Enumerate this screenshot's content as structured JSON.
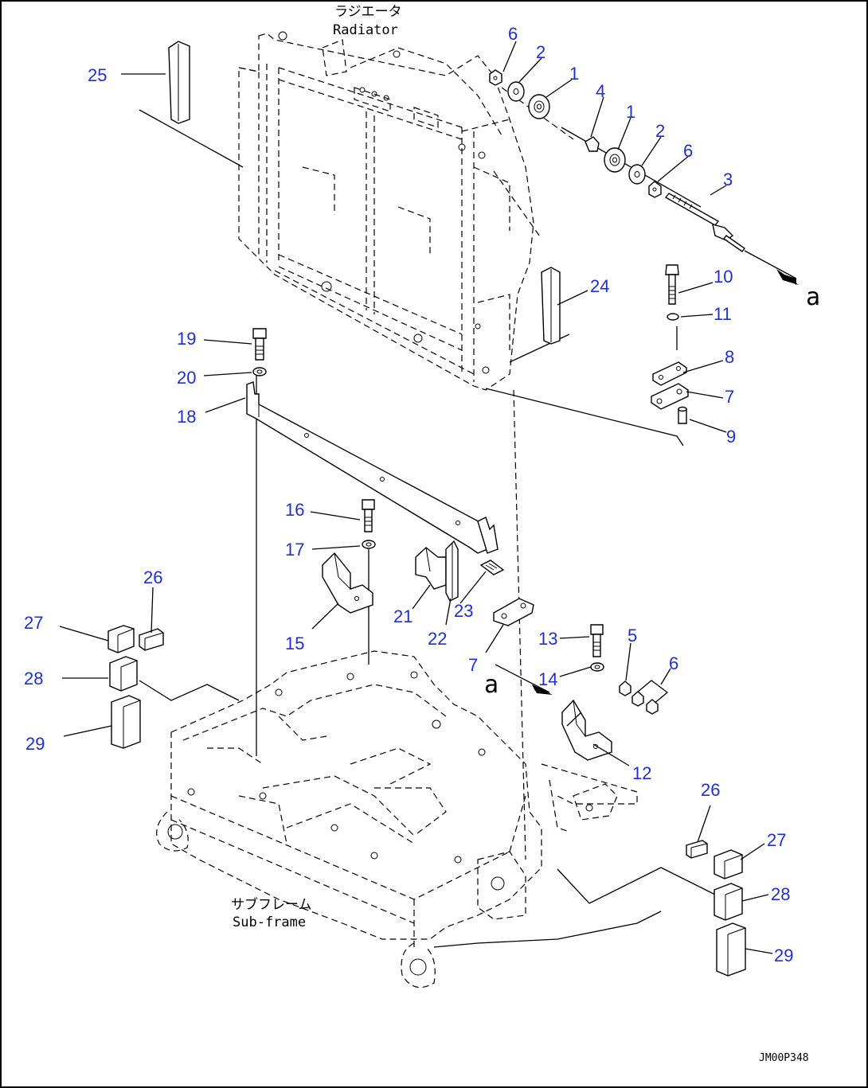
{
  "labels": {
    "radiator_jp": "ラジエータ",
    "radiator_en": "Radiator",
    "subframe_jp": "サブフレーム",
    "subframe_en": "Sub-frame",
    "arrow_a_top": "a",
    "arrow_a_bottom": "a",
    "drawing_code": "JM00P348"
  },
  "callout_color": "#1f2fd0",
  "callouts": [
    {
      "id": "c25",
      "text": "25"
    },
    {
      "id": "c6a",
      "text": "6"
    },
    {
      "id": "c2a",
      "text": "2"
    },
    {
      "id": "c1a",
      "text": "1"
    },
    {
      "id": "c4",
      "text": "4"
    },
    {
      "id": "c1b",
      "text": "1"
    },
    {
      "id": "c2b",
      "text": "2"
    },
    {
      "id": "c6b",
      "text": "6"
    },
    {
      "id": "c3",
      "text": "3"
    },
    {
      "id": "c10",
      "text": "10"
    },
    {
      "id": "c11",
      "text": "11"
    },
    {
      "id": "c24",
      "text": "24"
    },
    {
      "id": "c8",
      "text": "8"
    },
    {
      "id": "c7a",
      "text": "7"
    },
    {
      "id": "c9",
      "text": "9"
    },
    {
      "id": "c19",
      "text": "19"
    },
    {
      "id": "c20",
      "text": "20"
    },
    {
      "id": "c18",
      "text": "18"
    },
    {
      "id": "c16",
      "text": "16"
    },
    {
      "id": "c17",
      "text": "17"
    },
    {
      "id": "c26a",
      "text": "26"
    },
    {
      "id": "c27a",
      "text": "27"
    },
    {
      "id": "c28a",
      "text": "28"
    },
    {
      "id": "c29a",
      "text": "29"
    },
    {
      "id": "c15",
      "text": "15"
    },
    {
      "id": "c21",
      "text": "21"
    },
    {
      "id": "c22",
      "text": "22"
    },
    {
      "id": "c23",
      "text": "23"
    },
    {
      "id": "c7b",
      "text": "7"
    },
    {
      "id": "c13",
      "text": "13"
    },
    {
      "id": "c5",
      "text": "5"
    },
    {
      "id": "c6c",
      "text": "6"
    },
    {
      "id": "c14",
      "text": "14"
    },
    {
      "id": "c12",
      "text": "12"
    },
    {
      "id": "c26b",
      "text": "26"
    },
    {
      "id": "c27b",
      "text": "27"
    },
    {
      "id": "c28b",
      "text": "28"
    },
    {
      "id": "c29b",
      "text": "29"
    }
  ]
}
